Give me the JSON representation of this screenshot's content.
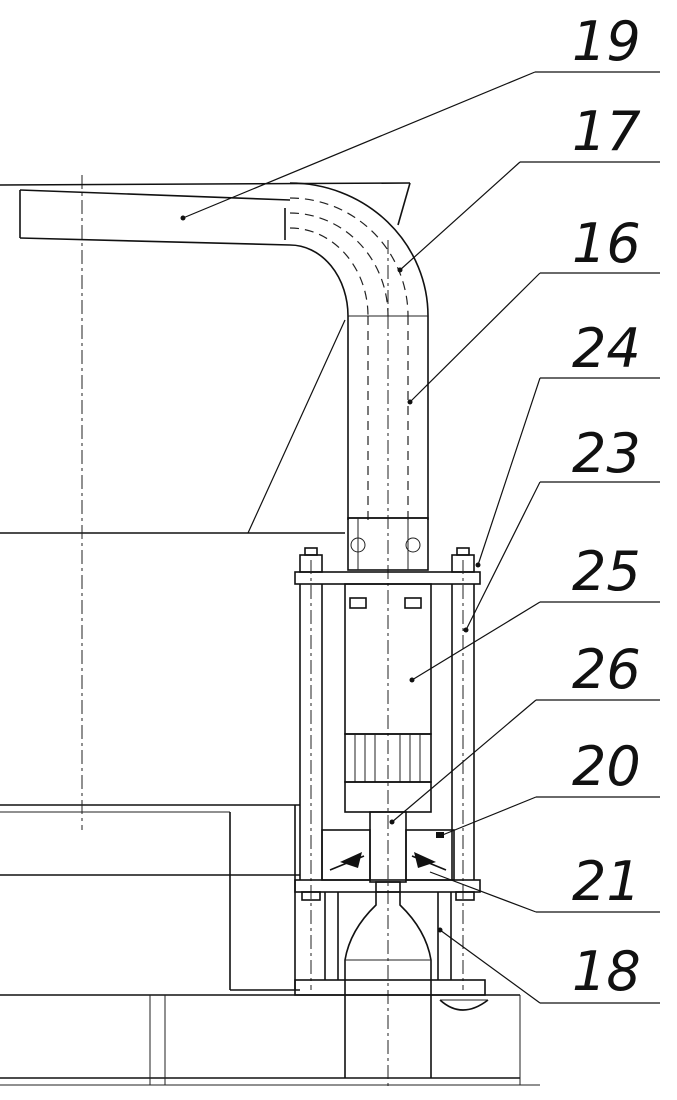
{
  "callouts": [
    {
      "id": "c19",
      "label": "19"
    },
    {
      "id": "c17",
      "label": "17"
    },
    {
      "id": "c16",
      "label": "16"
    },
    {
      "id": "c24",
      "label": "24"
    },
    {
      "id": "c23",
      "label": "23"
    },
    {
      "id": "c25",
      "label": "25"
    },
    {
      "id": "c26",
      "label": "26"
    },
    {
      "id": "c20",
      "label": "20"
    },
    {
      "id": "c21",
      "label": "21"
    },
    {
      "id": "c18",
      "label": "18"
    }
  ]
}
